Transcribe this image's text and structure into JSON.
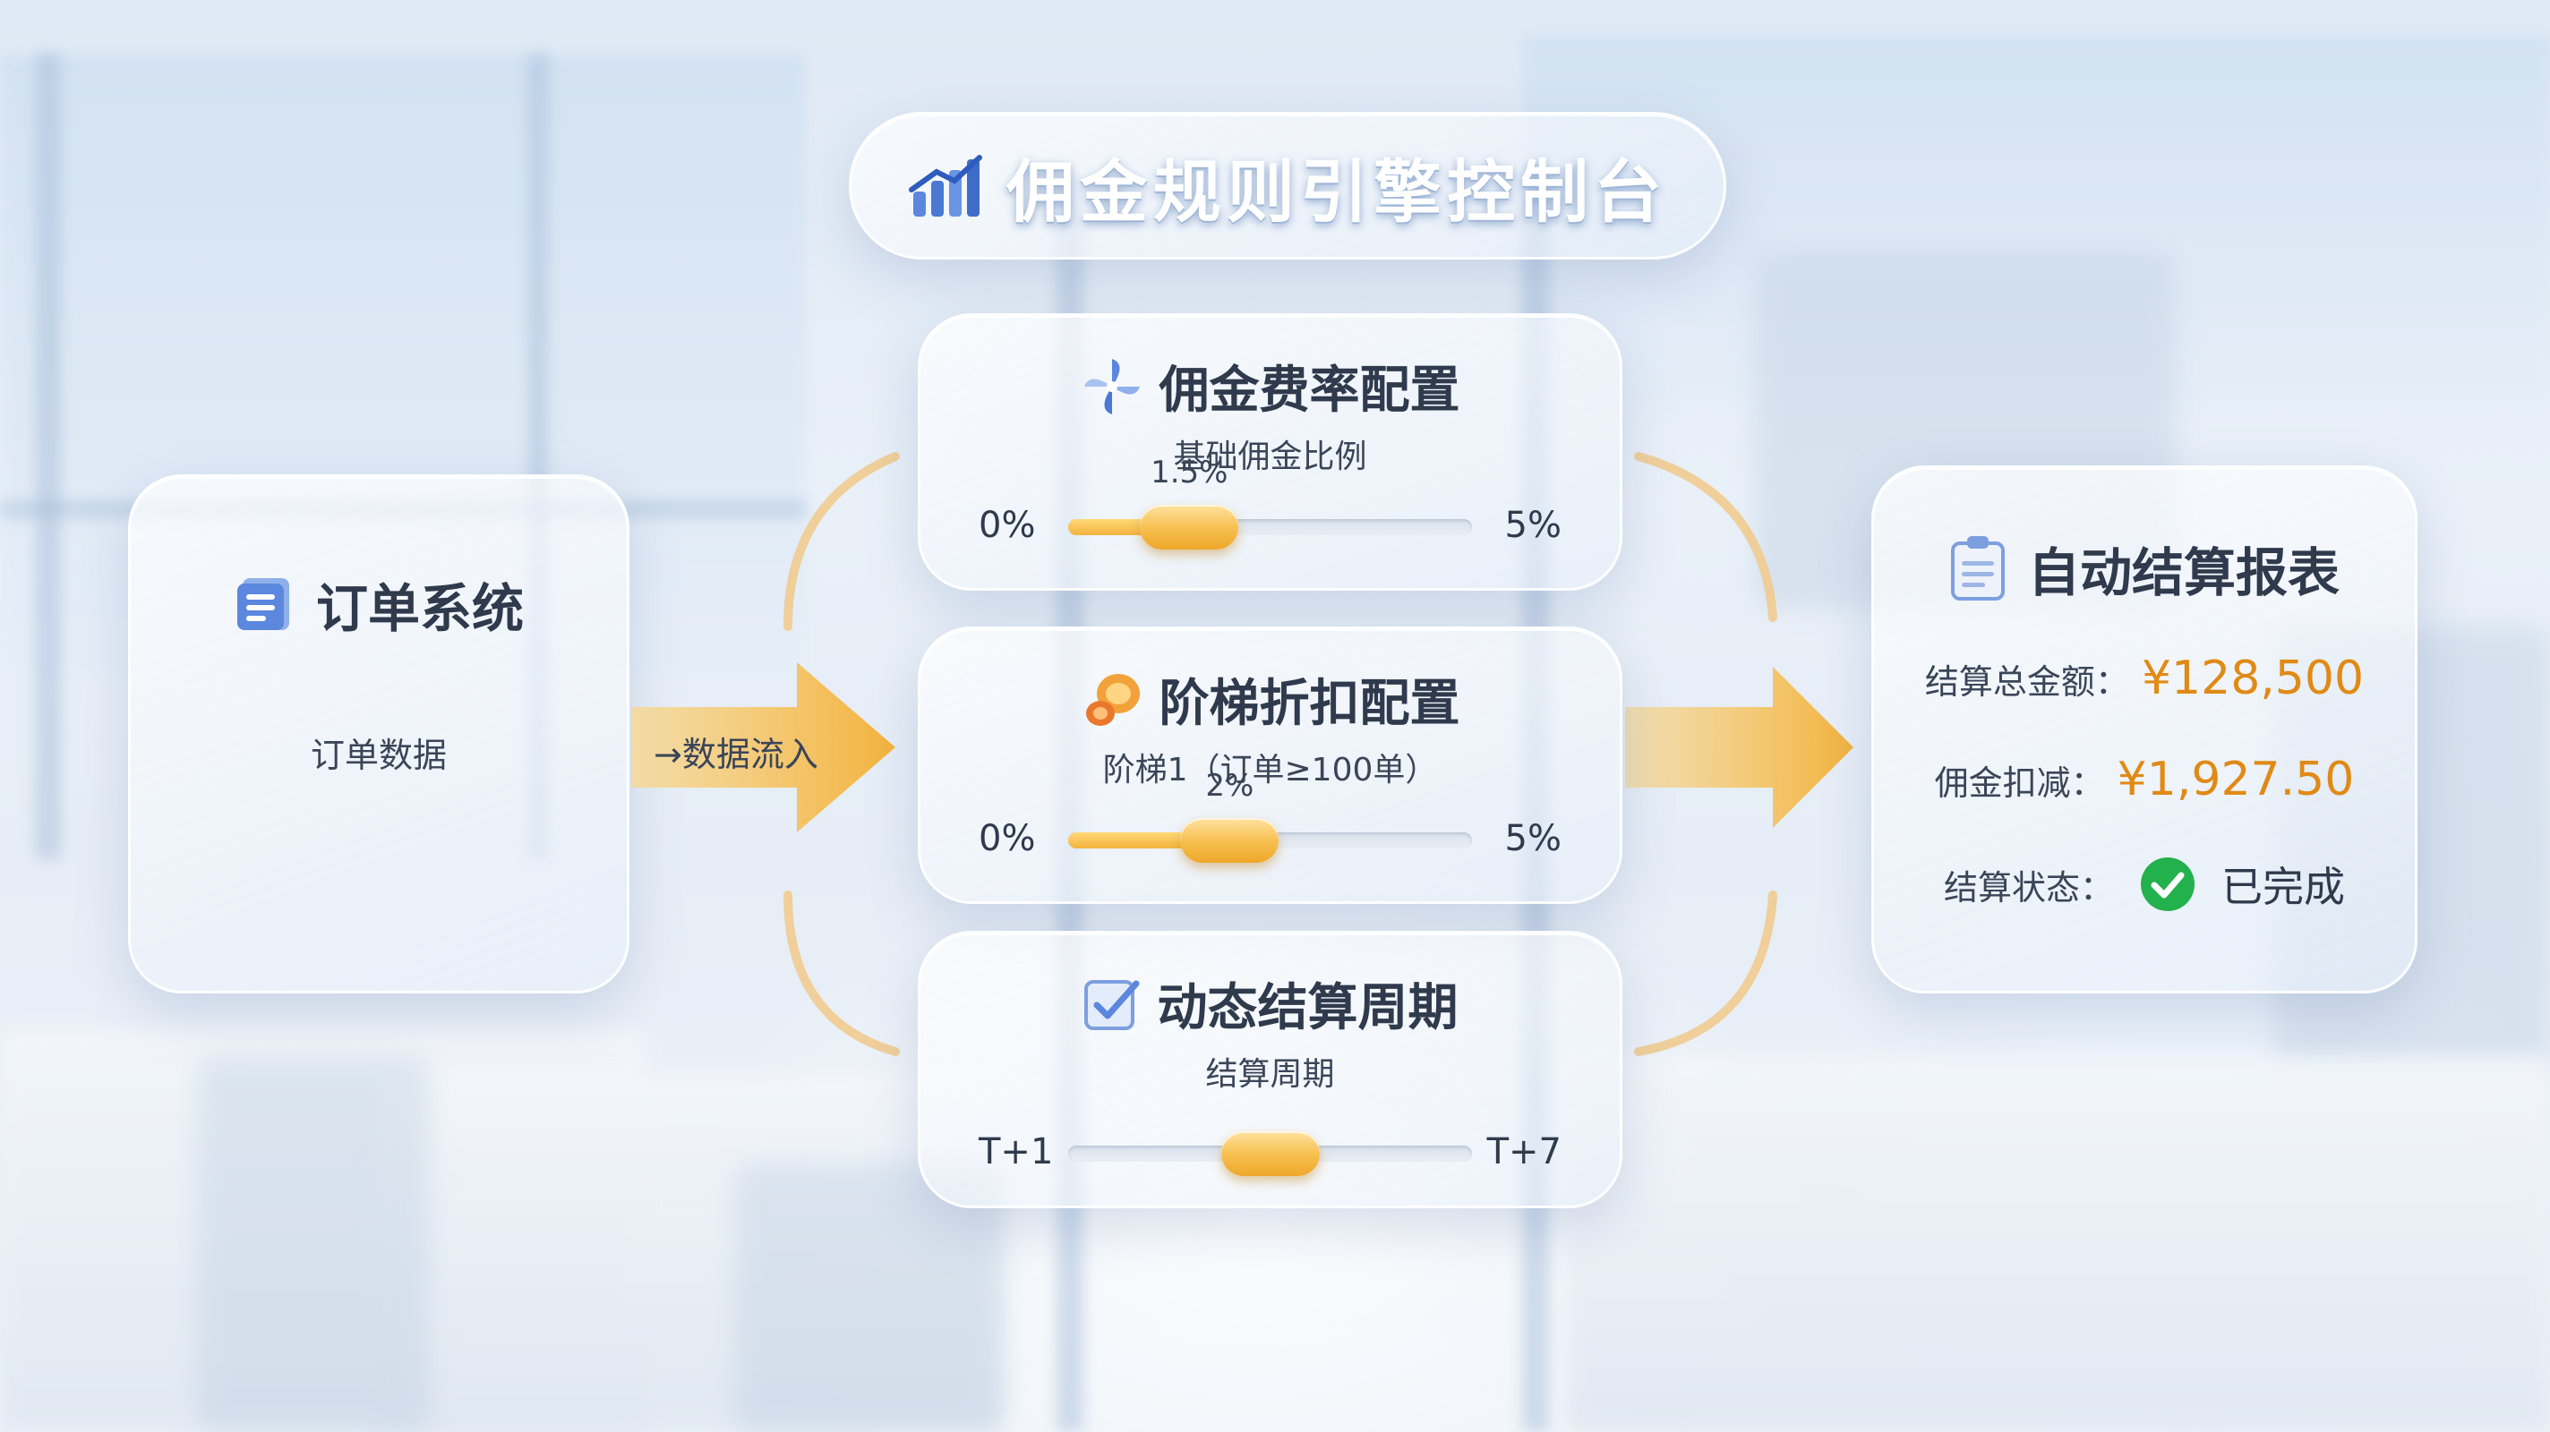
{
  "title": "佣金规则引擎控制台",
  "order_system": {
    "title": "订单系统",
    "subtitle": "订单数据"
  },
  "flow_label": "→数据流入",
  "rate_config": {
    "title": "佣金费率配置",
    "subtitle": "基础佣金比例",
    "min_label": "0%",
    "max_label": "5%",
    "value_label": "1.5%",
    "value_fraction": 0.3
  },
  "tier_config": {
    "title": "阶梯折扣配置",
    "subtitle": "阶梯1（订单≥100单）",
    "min_label": "0%",
    "max_label": "5%",
    "value_label": "2%",
    "value_fraction": 0.4
  },
  "cycle_config": {
    "title": "动态结算周期",
    "subtitle": "结算周期",
    "min_label": "T+1",
    "max_label": "T+7",
    "value_fraction": 0.5
  },
  "report": {
    "title": "自动结算报表",
    "total_label": "结算总金额：",
    "total_value": "¥128,500",
    "commission_label": "佣金扣减：",
    "commission_value": "¥1,927.50",
    "status_label": "结算状态：",
    "status_value": "已完成"
  },
  "colors": {
    "accent": "#f3b33d",
    "value_orange": "#e08a16",
    "success": "#22b14c",
    "icon_blue": "#4f7fd6"
  },
  "icons": {
    "title": "bar-chart-icon",
    "order": "document-list-icon",
    "rate": "pinwheel-icon",
    "tier": "coins-icon",
    "cycle": "checkbox-icon",
    "report": "clipboard-icon",
    "status": "check-circle-icon"
  }
}
